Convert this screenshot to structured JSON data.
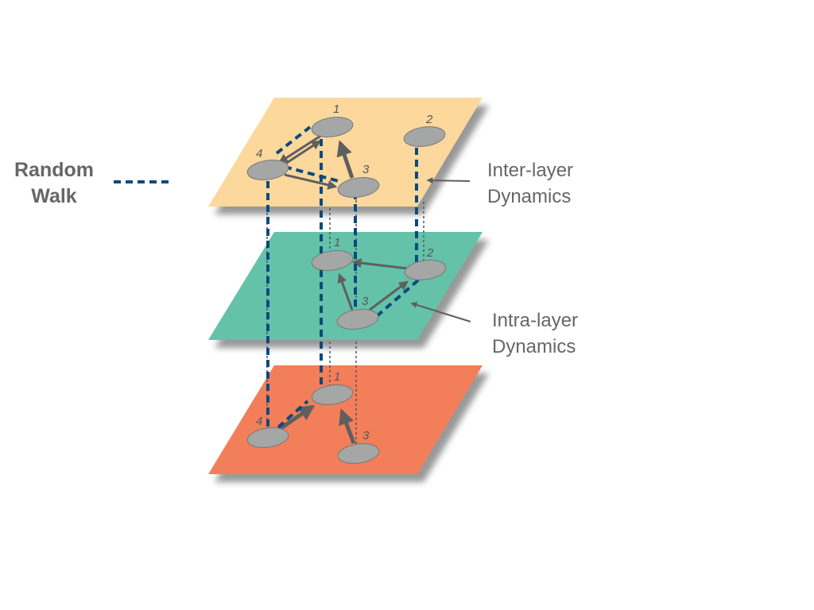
{
  "legend": {
    "line1": "Random",
    "line2": "Walk"
  },
  "annotations": {
    "inter": {
      "line1": "Inter-layer",
      "line2": "Dynamics"
    },
    "intra": {
      "line1": "Intra-layer",
      "line2": "Dynamics"
    }
  },
  "layers": {
    "top": {
      "color": "#fcd89c",
      "nodes": [
        "1",
        "2",
        "3",
        "4"
      ]
    },
    "middle": {
      "color": "#64c2a9",
      "nodes": [
        "1",
        "2",
        "3"
      ]
    },
    "bottom": {
      "color": "#f27f5a",
      "nodes": [
        "1",
        "3",
        "4"
      ]
    }
  },
  "colors": {
    "random_walk": "#0b4a7b",
    "edge": "#5f5f5f",
    "node": "#a5a7a6"
  }
}
